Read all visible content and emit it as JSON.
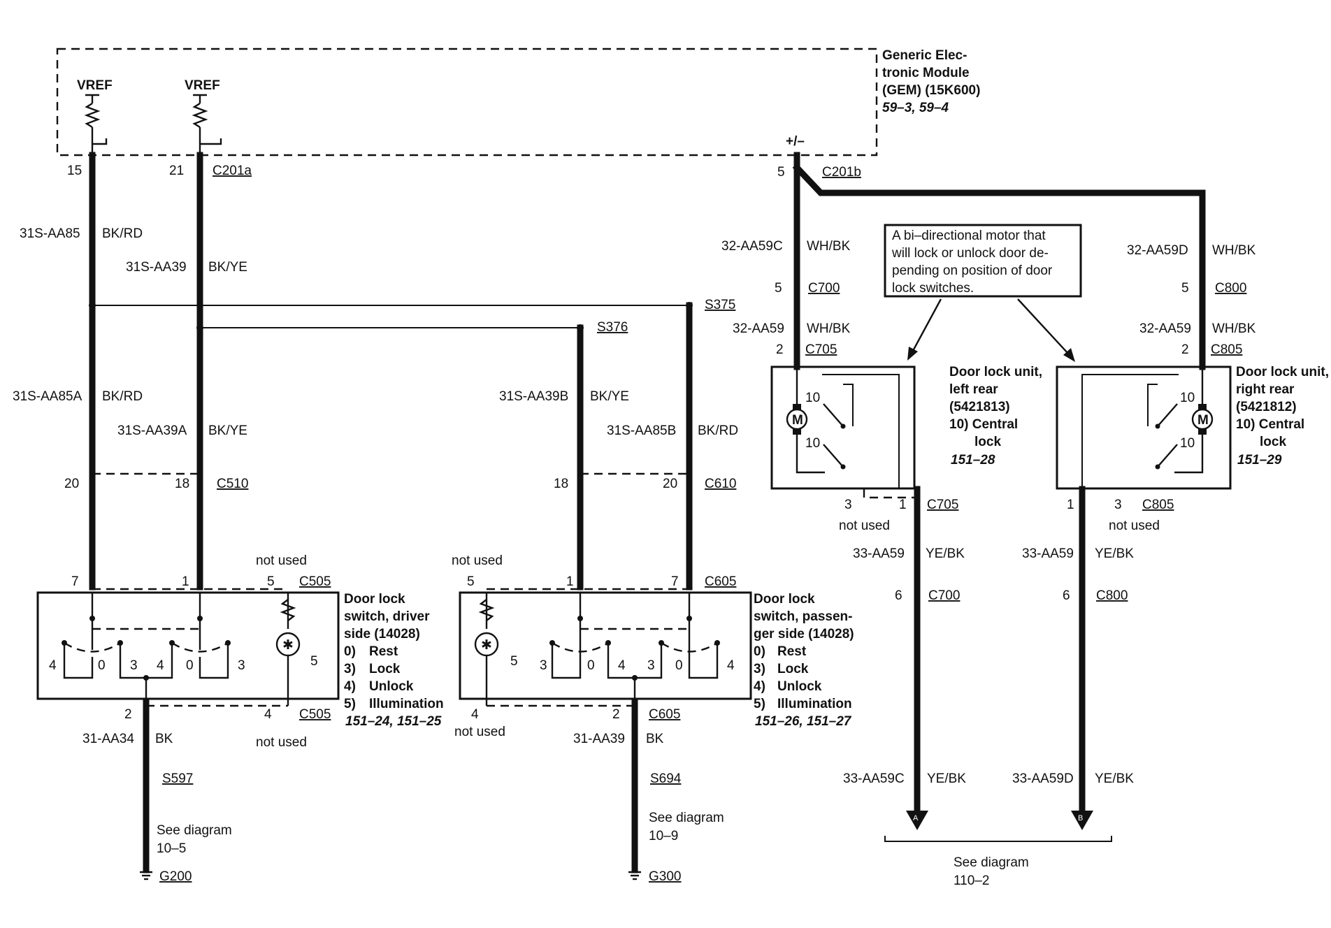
{
  "gem": {
    "name_l1": "Generic Elec-",
    "name_l2": "tronic Module",
    "name_l3": "(GEM) (15K600)",
    "ref": "59–3, 59–4",
    "vref_left": "VREF",
    "vref_right": "VREF",
    "motor_pin": "+/–"
  },
  "connectors": {
    "c201a": "C201a",
    "c201b": "C201b",
    "c510": "C510",
    "c610": "C610",
    "c505_top": "C505",
    "c505_bot": "C505",
    "c605_top": "C605",
    "c605_bot": "C605",
    "c700_top": "C700",
    "c800_top": "C800",
    "c705_top": "C705",
    "c805_top": "C805",
    "c705_bot": "C705",
    "c805_bot": "C805",
    "c700_bot": "C700",
    "c800_bot": "C800"
  },
  "splices": {
    "s375": "S375",
    "s376": "S376",
    "s597": "S597",
    "s694": "S694"
  },
  "grounds": {
    "g200": "G200",
    "g300": "G300"
  },
  "pins": {
    "p15": "15",
    "p21": "21",
    "p5_gem": "5",
    "p20_left": "20",
    "p18_left": "18",
    "p18_right": "18",
    "p20_right": "20",
    "p7_left": "7",
    "p1_left": "1",
    "p5_left": "5",
    "p5_right": "5",
    "p1_right": "1",
    "p7_right": "7",
    "p2_left": "2",
    "p4_left": "4",
    "p4_right": "4",
    "p2_right": "2",
    "p5_c700": "5",
    "p5_c800": "5",
    "p2_c705": "2",
    "p2_c805": "2",
    "p3_c705": "3",
    "p1_c705": "1",
    "p1_c805": "1",
    "p3_c805": "3",
    "p6_c700": "6",
    "p6_c800": "6"
  },
  "circuits": {
    "w1": "31S-AA85",
    "w1c": "BK/RD",
    "w2": "31S-AA39",
    "w2c": "BK/YE",
    "w3": "31S-AA85A",
    "w3c": "BK/RD",
    "w4": "31S-AA39A",
    "w4c": "BK/YE",
    "w5": "31S-AA39B",
    "w5c": "BK/YE",
    "w6": "31S-AA85B",
    "w6c": "BK/RD",
    "w7": "31-AA34",
    "w7c": "BK",
    "w8": "31-AA39",
    "w8c": "BK",
    "w9": "32-AA59C",
    "w9c": "WH/BK",
    "w10": "32-AA59",
    "w10c": "WH/BK",
    "w11": "32-AA59D",
    "w11c": "WH/BK",
    "w12": "32-AA59",
    "w12c": "WH/BK",
    "w13": "33-AA59",
    "w13c": "YE/BK",
    "w14": "33-AA59",
    "w14c": "YE/BK",
    "w15": "33-AA59C",
    "w15c": "YE/BK",
    "w16": "33-AA59D",
    "w16c": "YE/BK"
  },
  "switch_driver": {
    "l1": "Door lock",
    "l2": "switch, driver",
    "l3": "side (14028)",
    "o0n": "0)",
    "o0": "Rest",
    "o3n": "3)",
    "o3": "Lock",
    "o4n": "4)",
    "o4": "Unlock",
    "o5n": "5)",
    "o5": "Illumination",
    "ref": "151–24, 151–25",
    "pos_a": "4",
    "pos_b": "0",
    "pos_c": "3",
    "pos_d": "4",
    "pos_e": "0",
    "pos_f": "3",
    "pos_g": "5"
  },
  "switch_pass": {
    "l1": "Door lock",
    "l2": "switch, passen-",
    "l3": "ger side (14028)",
    "o0n": "0)",
    "o0": "Rest",
    "o3n": "3)",
    "o3": "Lock",
    "o4n": "4)",
    "o4": "Unlock",
    "o5n": "5)",
    "o5": "Illumination",
    "ref": "151–26, 151–27",
    "pos_a": "5",
    "pos_b": "3",
    "pos_c": "0",
    "pos_d": "4",
    "pos_e": "3",
    "pos_f": "0",
    "pos_g": "4"
  },
  "unit_left": {
    "l1": "Door lock unit,",
    "l2": "left rear",
    "l3": "(5421813)",
    "l4": "10) Central",
    "l5": "lock",
    "ref": "151–28",
    "pos_top": "10",
    "pos_bot": "10",
    "motor": "M"
  },
  "unit_right": {
    "l1": "Door lock unit,",
    "l2": "right rear",
    "l3": "(5421812)",
    "l4": "10) Central",
    "l5": "lock",
    "ref": "151–29",
    "pos_top": "10",
    "pos_bot": "10",
    "motor": "M"
  },
  "callout": {
    "l1": "A bi–directional motor that",
    "l2": "will lock or unlock door de-",
    "l3": "pending on position of door",
    "l4": "lock switches."
  },
  "notes": {
    "not_used_1": "not used",
    "not_used_2": "not used",
    "not_used_3": "not used",
    "not_used_4": "not used",
    "not_used_5": "not used",
    "not_used_6": "not used",
    "see_l1": "See diagram",
    "see_l1n": "10–5",
    "see_l2": "See diagram",
    "see_l2n": "10–9",
    "see_l3": "See diagram",
    "see_l3n": "110–2",
    "arrow_a": "A",
    "arrow_b": "B"
  }
}
